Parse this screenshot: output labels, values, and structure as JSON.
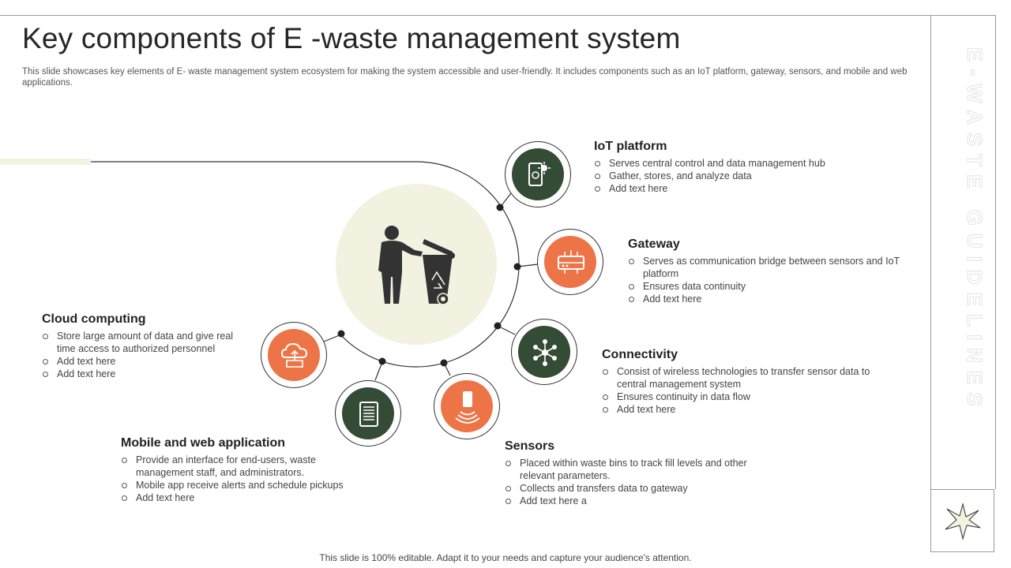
{
  "title": "Key components of E -waste management system",
  "subtitle": "This slide showcases key elements of E- waste management system ecosystem for making the system accessible and user-friendly. It includes components such as an IoT platform, gateway, sensors, and mobile and web applications.",
  "side_label": "E-WASTE GUIDELINES",
  "footer": "This slide is 100% editable. Adapt it to your needs and capture your audience's attention.",
  "colors": {
    "green": "#344b36",
    "orange": "#ed7447",
    "cream": "#f3f2e1"
  },
  "components": {
    "iot": {
      "title": "IoT platform",
      "icon": "mobile-settings-icon",
      "points": [
        "Serves central control and data management hub",
        "Gather, stores, and analyze data",
        "Add text here"
      ]
    },
    "gateway": {
      "title": "Gateway",
      "icon": "router-icon",
      "points": [
        "Serves as communication bridge between sensors and IoT platform",
        "Ensures data continuity",
        "Add text here"
      ]
    },
    "connectivity": {
      "title": "Connectivity",
      "icon": "network-hub-icon",
      "points": [
        "Consist of wireless technologies to transfer sensor data to central management system",
        "Ensures continuity in data flow",
        "Add text here"
      ]
    },
    "sensors": {
      "title": "Sensors",
      "icon": "sensor-icon",
      "points": [
        "Placed within waste bins to track fill levels and other relevant parameters.",
        "Collects and transfers data to gateway",
        "Add text here a"
      ]
    },
    "mobile": {
      "title": "Mobile and web application",
      "icon": "server-icon",
      "points": [
        "Provide an interface for end-users, waste management staff, and administrators.",
        "Mobile app receive alerts and schedule pickups",
        "Add text here"
      ]
    },
    "cloud": {
      "title": "Cloud computing",
      "icon": "cloud-upload-icon",
      "points": [
        "Store large amount of data and give real time access to authorized personnel",
        "Add text here",
        "Add text here"
      ]
    }
  }
}
